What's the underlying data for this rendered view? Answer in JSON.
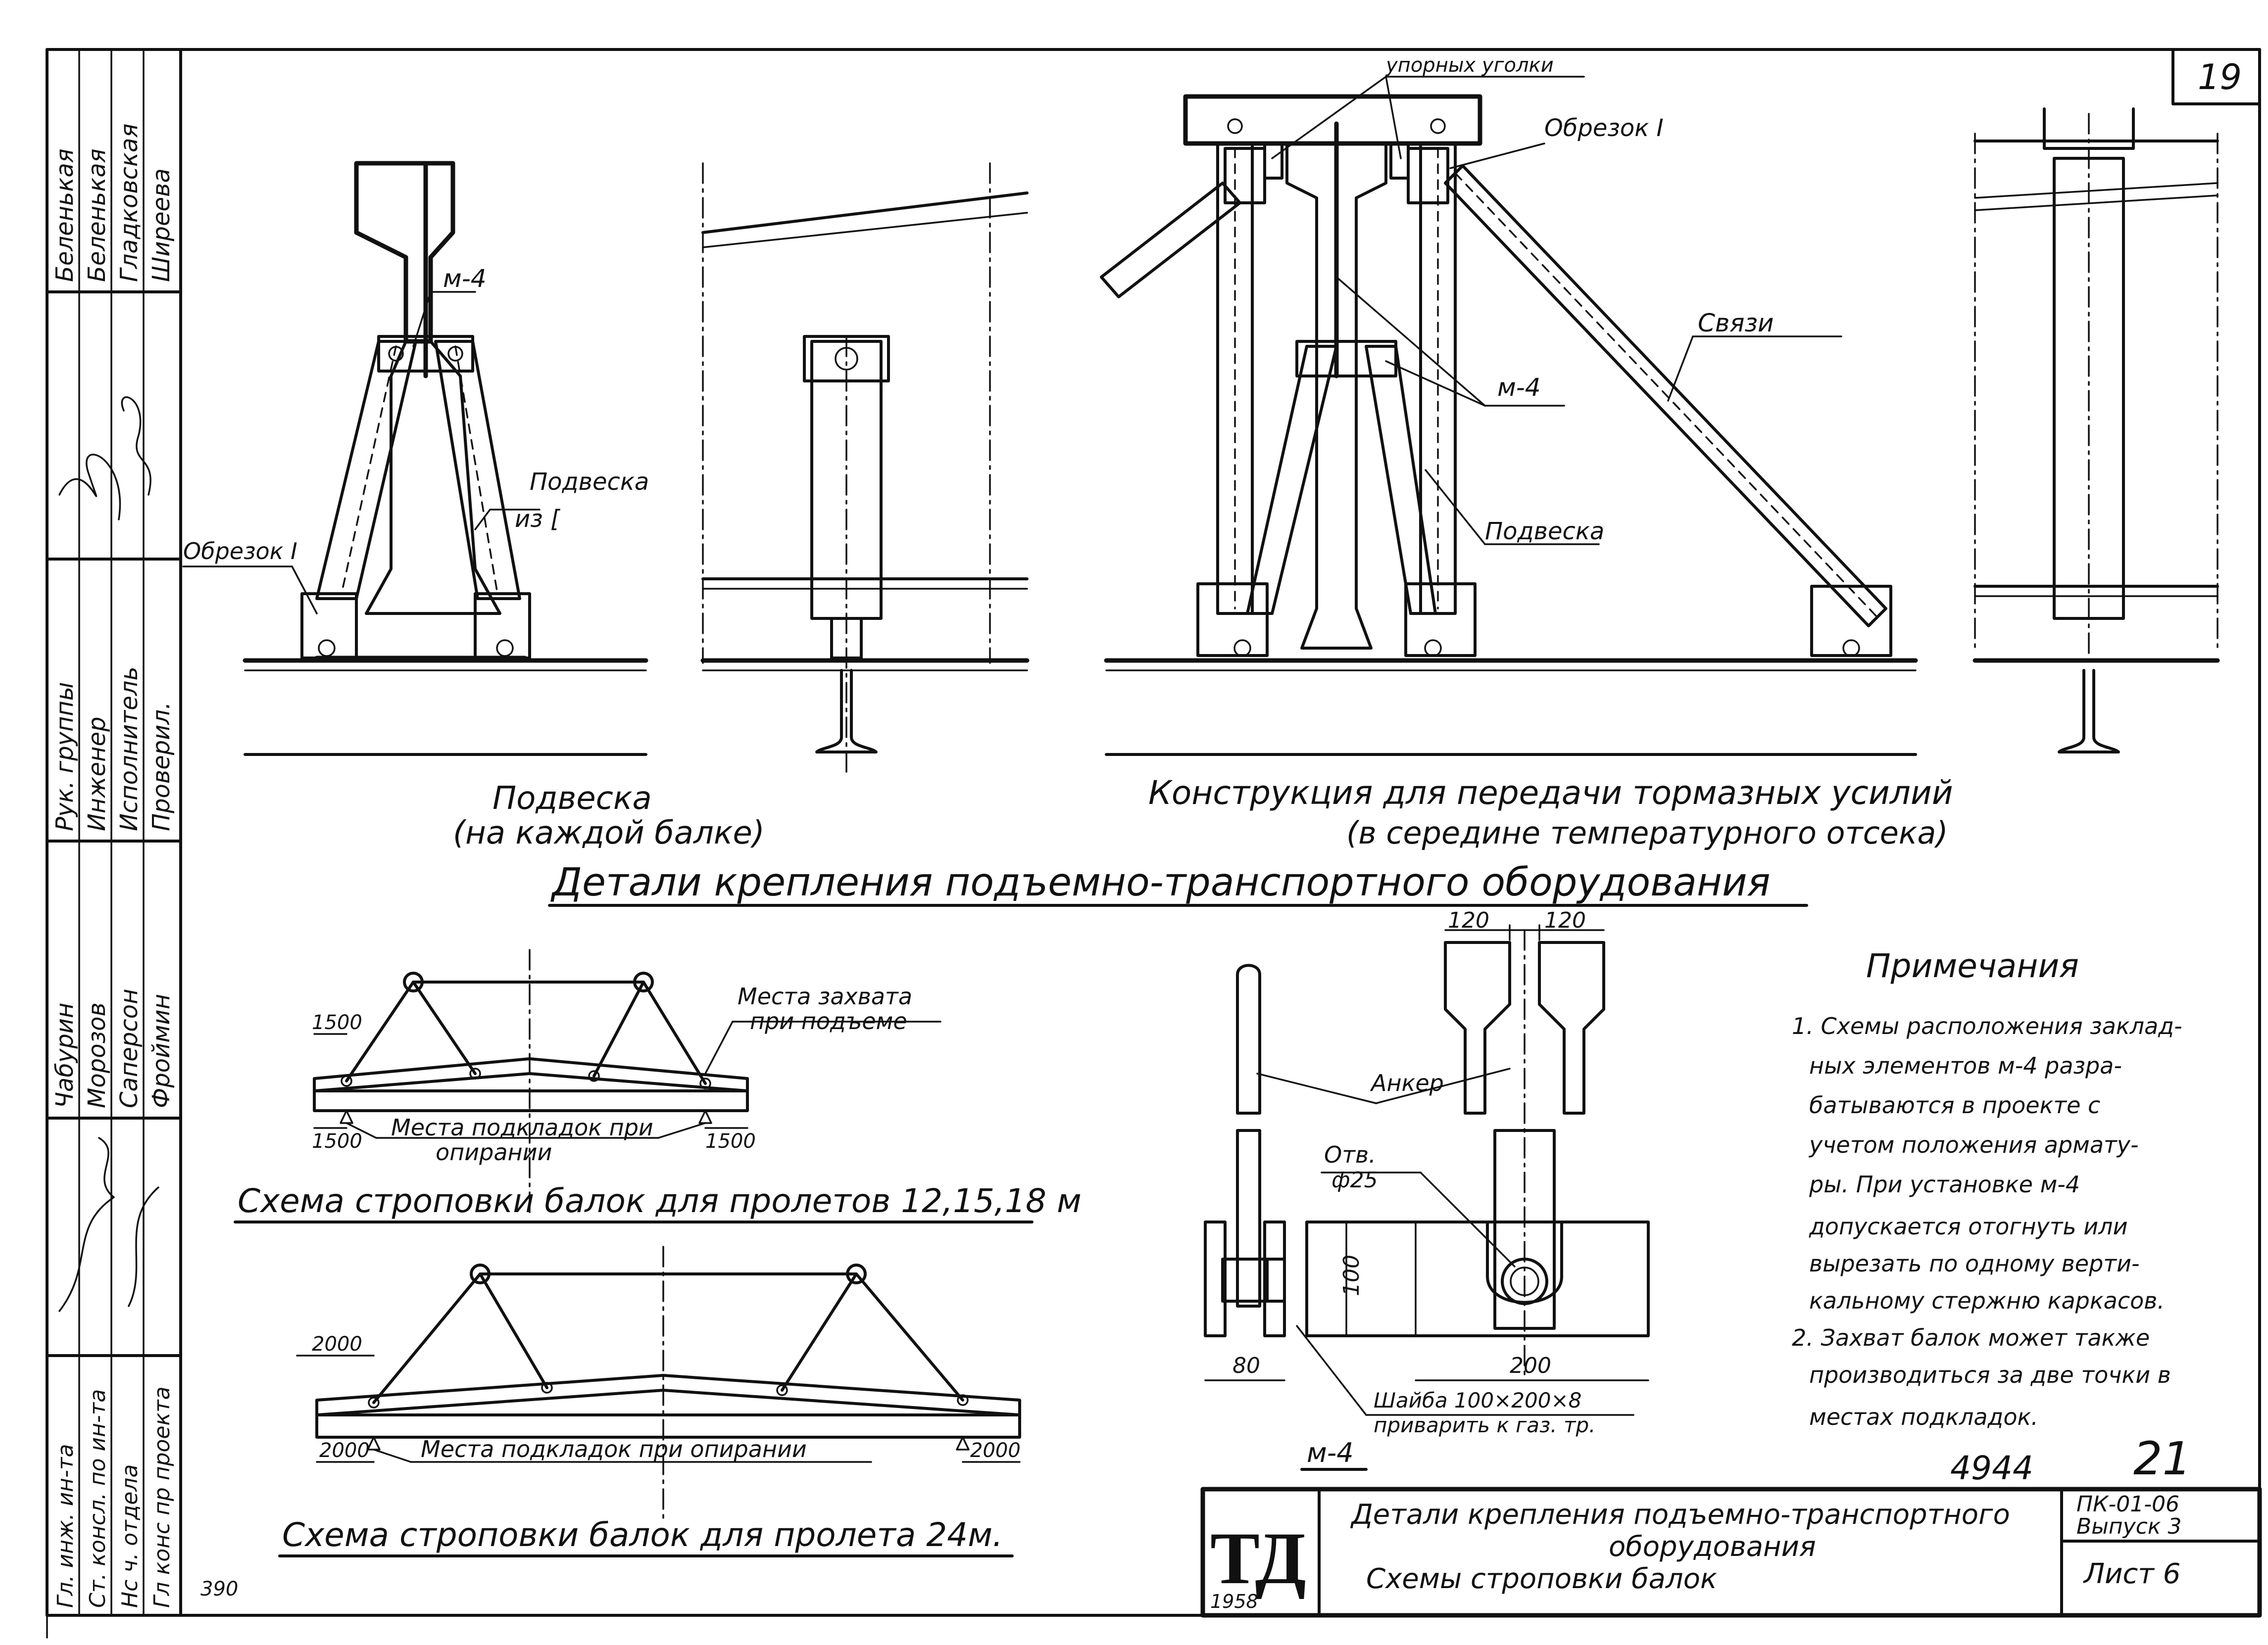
{
  "sheet_number": "19",
  "stamp_left": "390",
  "sidebar": {
    "names_top": [
      "Беленькая",
      "Беленькая",
      "Гладковская",
      "Ширеева"
    ],
    "roles": [
      "Рук. группы",
      "Инженер",
      "Исполнитель",
      "Проверил."
    ],
    "names_mid": [
      "Чабурин",
      "Морозов",
      "Саперсон",
      "Фроймин"
    ],
    "titles_bottom": [
      "Гл. инж. ин-та",
      "Ст. консл. по ин-та",
      "Нс ч. отдела",
      "Гл конс пр проекта"
    ]
  },
  "views": {
    "podveska_title_1": "Подвеска",
    "podveska_title_2": "(на каждой балке)",
    "m4_a": "м-4",
    "podveska_iz": "Подвеска",
    "podveska_iz_2": "из [",
    "obrezok_a": "Обрезок I",
    "construction_title_1": "Конструкция для передачи тормазных усилий",
    "construction_title_2": "(в середине температурного отсека)",
    "upornye_ugolki": "упорных уголки",
    "obrezok_b": "Обрезок I",
    "svyazi": "Связи",
    "m4_b": "м-4",
    "podveska_b": "Подвеска"
  },
  "main_title": "Детали крепления подъемно-транспортного оборудования",
  "sling1": {
    "dim_top": "1500",
    "dim_bl": "1500",
    "dim_br": "1500",
    "grip_label_1": "Места захвата",
    "grip_label_2": "при подъеме",
    "support_label_1": "Места подкладок при",
    "support_label_2": "опирании",
    "title": "Схема строповки балок для пролетов 12,15,18 м"
  },
  "sling2": {
    "dim_tl": "2000",
    "dim_bl": "2000",
    "dim_br": "2000",
    "support_label": "Места подкладок при опирании",
    "title": "Схема строповки балок для пролета 24м."
  },
  "m4_detail": {
    "dim_120a": "120",
    "dim_120b": "120",
    "anchor": "Анкер",
    "hole_1": "Отв.",
    "hole_2": "ф25",
    "dim_100": "100",
    "dim_80": "80",
    "dim_200": "200",
    "washer_1": "Шайба 100×200×8",
    "washer_2": "приварить к газ. тр.",
    "label": "м-4"
  },
  "notes": {
    "heading": "Примечания",
    "lines": [
      "1. Схемы расположения заклад-",
      "ных элементов м-4 разра-",
      "батываются в проекте с",
      "учетом положения армату-",
      "ры. При установке м-4",
      "допускается отогнуть или",
      "вырезать по одному верти-",
      "кальному стержню каркасов.",
      "2. Захват балок может также",
      "производиться за две точки в",
      "местах подкладок."
    ],
    "code_a": "4944",
    "code_b": "21"
  },
  "title_block": {
    "logo": "ТД",
    "year": "1958",
    "desc_1": "Детали крепления подъемно-транспортного",
    "desc_2": "оборудования",
    "desc_3": "Схемы строповки балок",
    "code_1": "ПК-01-06",
    "code_2": "Выпуск 3",
    "sheet": "Лист 6"
  }
}
